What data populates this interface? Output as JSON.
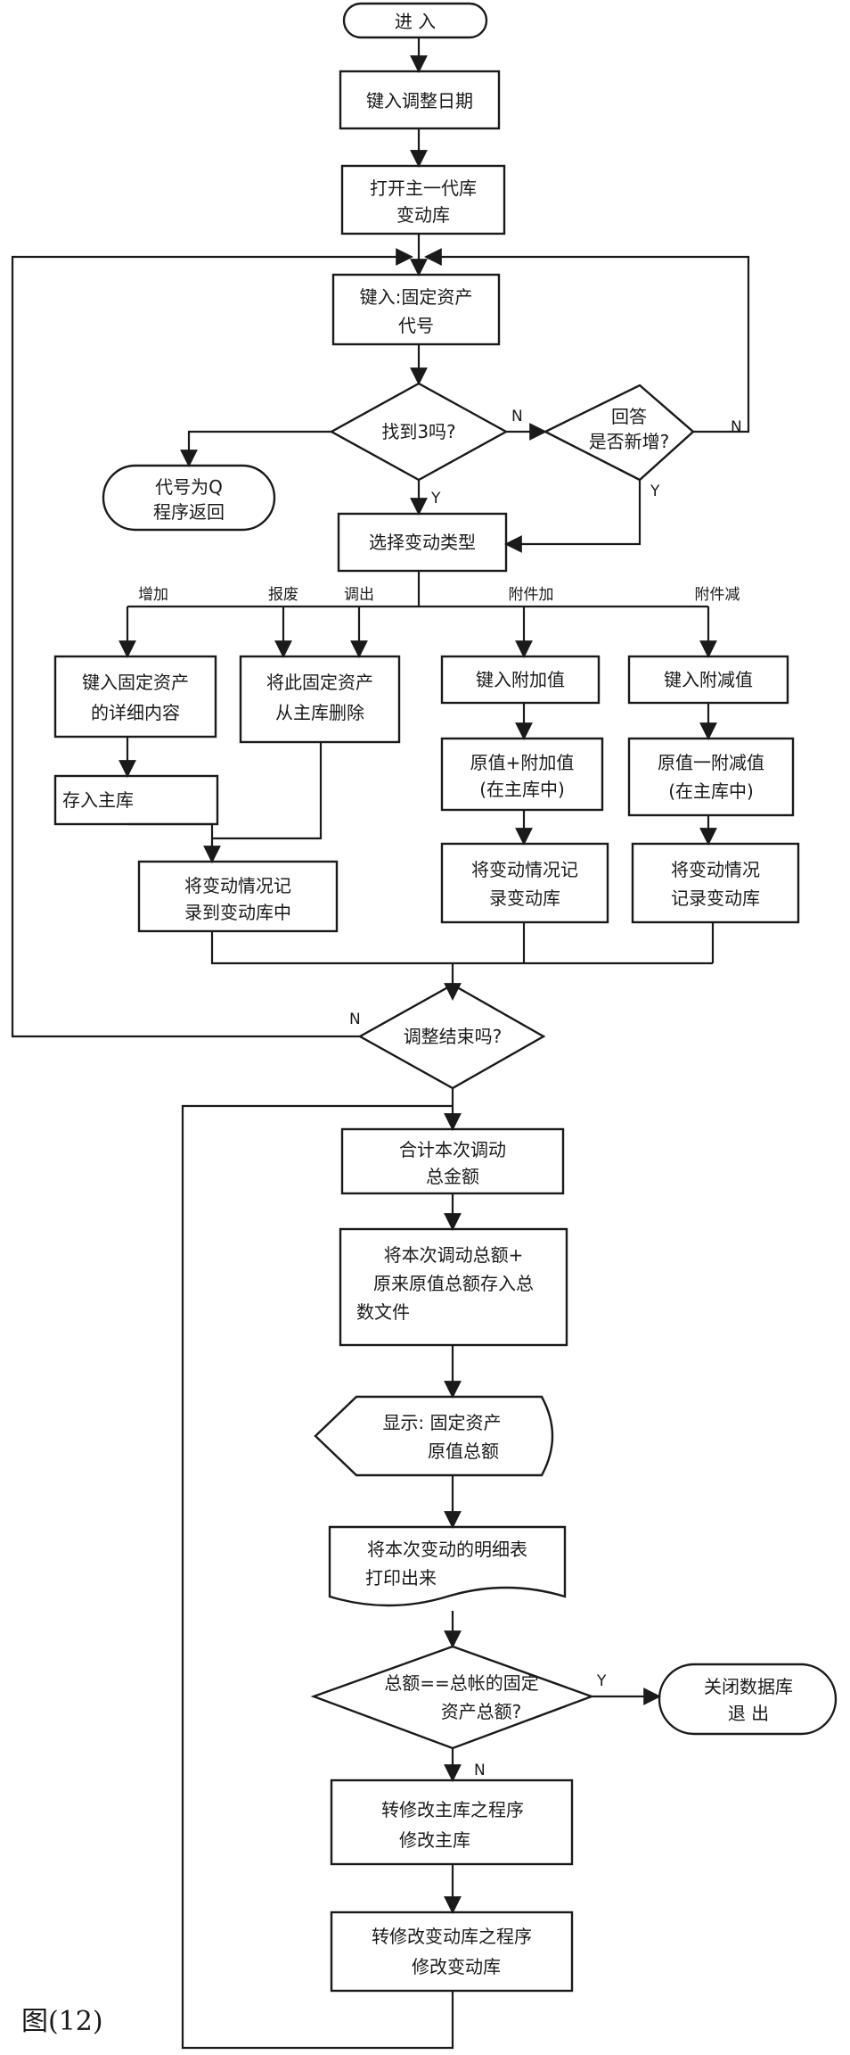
{
  "nodes": {
    "enter": "进  入",
    "input_date": "键入调整日期",
    "open_db": [
      "打开主一代库",
      "变动库"
    ],
    "input_code": [
      "键入:固定资产",
      "代号"
    ],
    "found": "找到3吗?",
    "ask_new": [
      "回答",
      "是否新增?"
    ],
    "code_q": [
      "代号为Q",
      "程序返回"
    ],
    "choose_type": "选择变动类型",
    "branch_increase": "增加",
    "branch_scrap": "报废",
    "branch_transfer": "调出",
    "branch_attach_add": "附件加",
    "branch_attach_sub": "附件减",
    "input_detail": [
      "键入固定资产",
      "的详细内容"
    ],
    "delete_main": [
      "将此固定资产",
      "从主库删除"
    ],
    "input_add_value": "键入附加值",
    "input_sub_value": "键入附减值",
    "save_main": "存入主库",
    "orig_plus": [
      "原值+附加值",
      "(在主库中)"
    ],
    "orig_minus": [
      "原值一附减值",
      "(在主库中)"
    ],
    "record_change_1": [
      "将变动情况记",
      "录到变动库中"
    ],
    "record_change_2": [
      "将变动情况记",
      "录变动库"
    ],
    "record_change_3": [
      "将变动情况",
      "记录变动库"
    ],
    "adjust_done": "调整结束吗?",
    "sum_total": [
      "合计本次调动",
      "总金额"
    ],
    "save_total": [
      "将本次调动总额+",
      "原来原值总额存入总",
      "数文件"
    ],
    "display": [
      "显示: 固定资产",
      "原值总额"
    ],
    "print_detail": [
      "将本次变动的明细表",
      "打印出来"
    ],
    "total_check": [
      "总额==总帐的固定",
      "资产总额?"
    ],
    "close_exit": [
      "关闭数据库",
      "退 出"
    ],
    "modify_main": [
      "转修改主库之程序",
      "修改主库"
    ],
    "modify_change": [
      "转修改变动库之程序",
      "修改变动库"
    ]
  },
  "edge_labels": {
    "yes": "Y",
    "no": "N"
  },
  "caption": "图(12)"
}
